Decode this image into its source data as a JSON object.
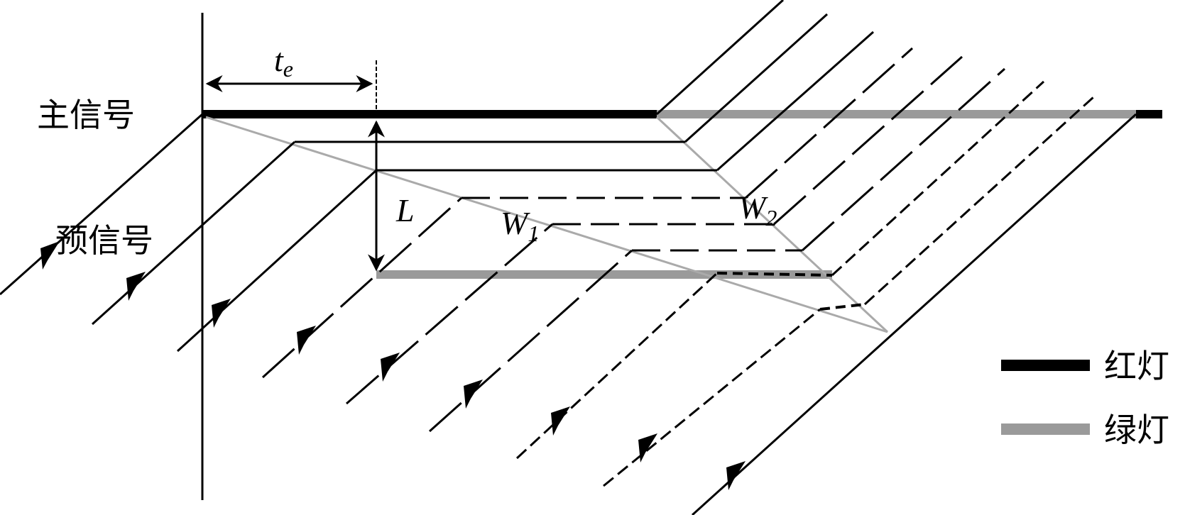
{
  "labels": {
    "main_signal": "主信号",
    "pre_signal": "预信号",
    "te_main": "t",
    "te_sub": "e",
    "L": "L",
    "W1_main": "W",
    "W1_sub": "1",
    "W2_main": "W",
    "W2_sub": "2"
  },
  "legend": {
    "red_label": "红灯",
    "green_label": "绿灯"
  },
  "colors": {
    "red_light": "#000000",
    "green_light": "#9a9a9a",
    "boundary": "#aaaaaa",
    "ink": "#000000"
  }
}
